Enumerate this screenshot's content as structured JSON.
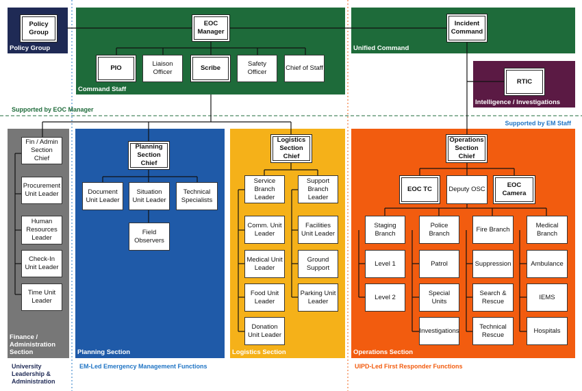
{
  "colors": {
    "policy": "#1f2a55",
    "command": "#1e6b3a",
    "intel": "#5b1a44",
    "finance": "#777777",
    "planning": "#1f5aa8",
    "logistics": "#f5b119",
    "operations": "#f25c0f",
    "em_text": "#1f74c4",
    "uipd_text": "#f25c0f",
    "uni_text": "#1f2a55",
    "green_text": "#1e6b3a"
  },
  "regions": {
    "policy_group": "Policy Group",
    "command_staff": "Command Staff",
    "unified_command": "Unified Command",
    "intelligence": "Intelligence / Investigations",
    "finance": "Finance / Administration Section",
    "planning": "Planning Section",
    "logistics": "Logistics Section",
    "operations": "Operations Section"
  },
  "notes": {
    "supported_eoc": "Supported by EOC Manager",
    "supported_em": "Supported by EM Staff",
    "university": "University Leadership & Administration",
    "em_led": "EM-Led Emergency Management Functions",
    "uipd_led": "UIPD-Led First Responder Functions"
  },
  "boxes": {
    "policy_group": "Policy Group",
    "eoc_manager": "EOC Manager",
    "incident_command": "Incident Command",
    "pio": "PIO",
    "liaison": "Liaison Officer",
    "scribe": "Scribe",
    "safety": "Safety Officer",
    "chief_staff": "Chief of Staff",
    "rtic": "RTIC",
    "fin_chief": "Fin / Admin Section Chief",
    "procurement": "Procurement Unit Leader",
    "human_res": "Human Resources Leader",
    "checkin": "Check-In Unit Leader",
    "time_unit": "Time Unit Leader",
    "planning_chief": "Planning Section Chief",
    "document": "Document Unit Leader",
    "situation": "Situation Unit Leader",
    "technical": "Technical Specialists",
    "field_obs": "Field Observers",
    "logistics_chief": "Logistics Section Chief",
    "service_branch": "Service Branch Leader",
    "support_branch": "Support Branch Leader",
    "comm_unit": "Comm. Unit Leader",
    "facilities": "Facilities Unit Leader",
    "medical_unit": "Medical Unit Leader",
    "ground_support": "Ground Support",
    "food_unit": "Food Unit Leader",
    "parking_unit": "Parking Unit Leader",
    "donation_unit": "Donation Unit Leader",
    "ops_chief": "Operations Section Chief",
    "eoc_tc": "EOC TC",
    "deputy_osc": "Deputy OSC",
    "eoc_camera": "EOC Camera",
    "staging": "Staging Branch",
    "police": "Police Branch",
    "fire": "Fire Branch",
    "medical_branch": "Medical Branch",
    "level1": "Level 1",
    "level2": "Level 2",
    "patrol": "Patrol",
    "special_units": "Special Units",
    "investigations": "Investigations",
    "suppression": "Suppression",
    "search_rescue": "Search & Rescue",
    "tech_rescue": "Technical Rescue",
    "ambulance": "Ambulance",
    "iems": "IEMS",
    "hospitals": "Hospitals"
  }
}
